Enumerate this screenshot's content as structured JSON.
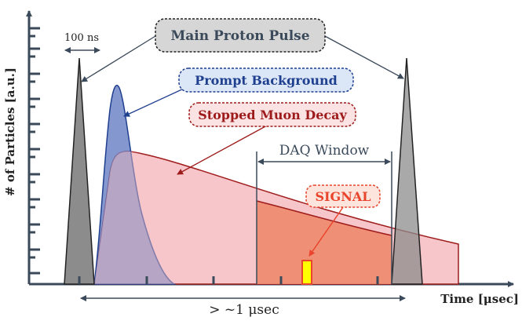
{
  "axes": {
    "y_label": "# of Particles [a.u.]",
    "x_label": "Time [μsec]"
  },
  "annotations": {
    "pulse_width": "100 ns",
    "period": "> ~1 μsec",
    "daq_window": "DAQ Window"
  },
  "callouts": {
    "main_proton_pulse": "Main Proton Pulse",
    "prompt_background": "Prompt Background",
    "stopped_muon_decay": "Stopped Muon Decay",
    "signal": "SIGNAL"
  },
  "colors": {
    "proton_pulse": "#8c8c8c",
    "prompt_background": "#5b76bf",
    "muon_decay": "#f7c6ca",
    "muon_decay_edge": "#9e1b1b",
    "daq_fill": "#ee8a6e",
    "signal_fill": "#ffff00",
    "callout_blue_bg": "#dbe6f7",
    "callout_gray_bg": "#d6d6d6",
    "callout_red_bg": "#fbe3e4",
    "callout_signal_bg": "#fde4dd",
    "signal_text": "#e8452c",
    "axis": "#3b4a5a"
  }
}
